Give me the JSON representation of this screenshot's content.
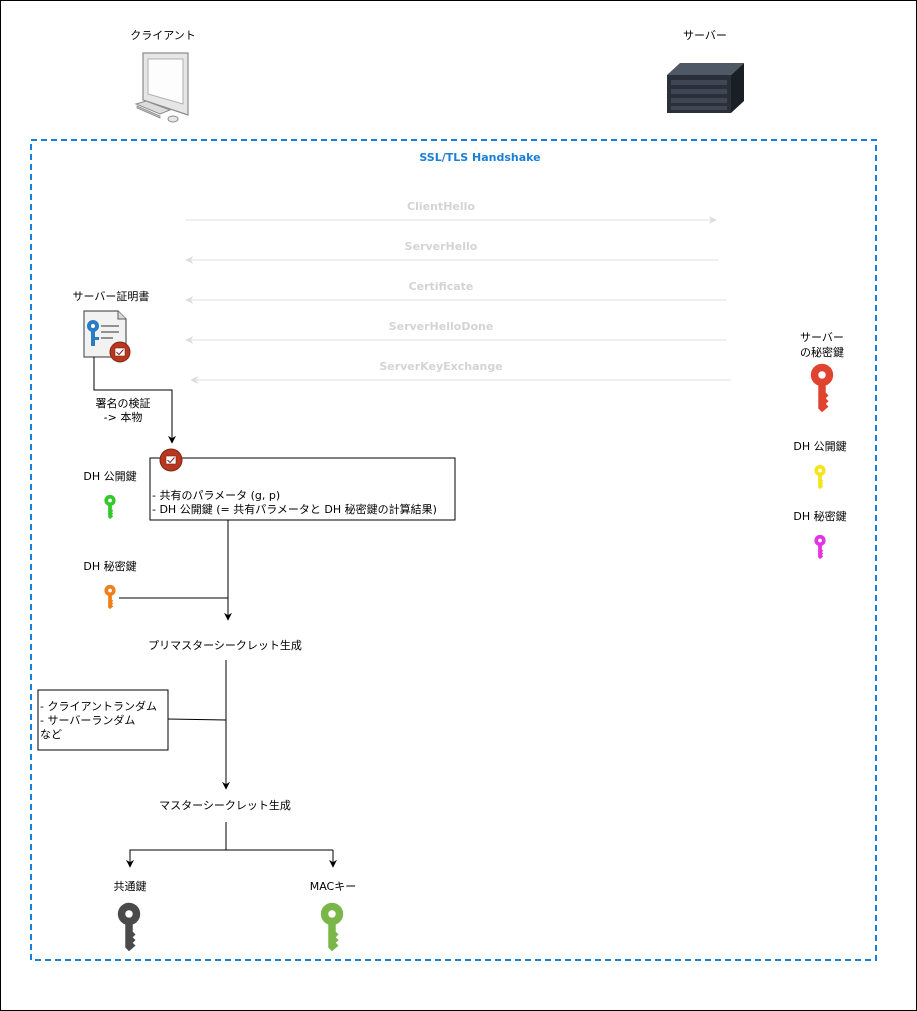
{
  "actors": {
    "client_label": "クライアント",
    "server_label": "サーバー"
  },
  "handshake": {
    "title": "SSL/TLS Handshake",
    "messages": [
      {
        "label": "ClientHello",
        "direction": "client-to-server"
      },
      {
        "label": "ServerHello",
        "direction": "server-to-client"
      },
      {
        "label": "Certificate",
        "direction": "server-to-client"
      },
      {
        "label": "ServerHelloDone",
        "direction": "server-to-client"
      },
      {
        "label": "ServerKeyExchange",
        "direction": "server-to-client"
      }
    ]
  },
  "client_side": {
    "certificate_label": "サーバー証明書",
    "verify_label_1": "署名の検証",
    "verify_label_2": "-> 本物",
    "params_line_1": "- 共有のパラメータ (g, p)",
    "params_line_2": "- DH 公開鍵 (= 共有パラメータと DH 秘密鍵の計算結果)",
    "dh_public_label": "DH 公開鍵",
    "dh_private_label": "DH 秘密鍵",
    "premaster_label": "プリマスターシークレット生成",
    "random_line_1": "- クライアントランダム",
    "random_line_2": "- サーバーランダム",
    "random_line_3": "など",
    "master_label": "マスターシークレット生成",
    "shared_key_label": "共通鍵",
    "mac_key_label": "MACキー"
  },
  "server_side": {
    "private_key_label_1": "サーバー",
    "private_key_label_2": "の秘密鍵",
    "dh_public_label": "DH 公開鍵",
    "dh_private_label": "DH 秘密鍵"
  },
  "colors": {
    "handshake_border": "#1a7fd9",
    "message_arrow": "#d9d9d9",
    "server_private_key": "#e0432f",
    "client_dh_public_key": "#34c72e",
    "client_dh_private_key": "#ee7f1a",
    "server_dh_public_key": "#f7e31c",
    "server_dh_private_key": "#e233e4",
    "shared_key": "#4a4a4a",
    "mac_key": "#7ab648",
    "seal": "#b8371f",
    "cert_key": "#2a7dc3"
  }
}
